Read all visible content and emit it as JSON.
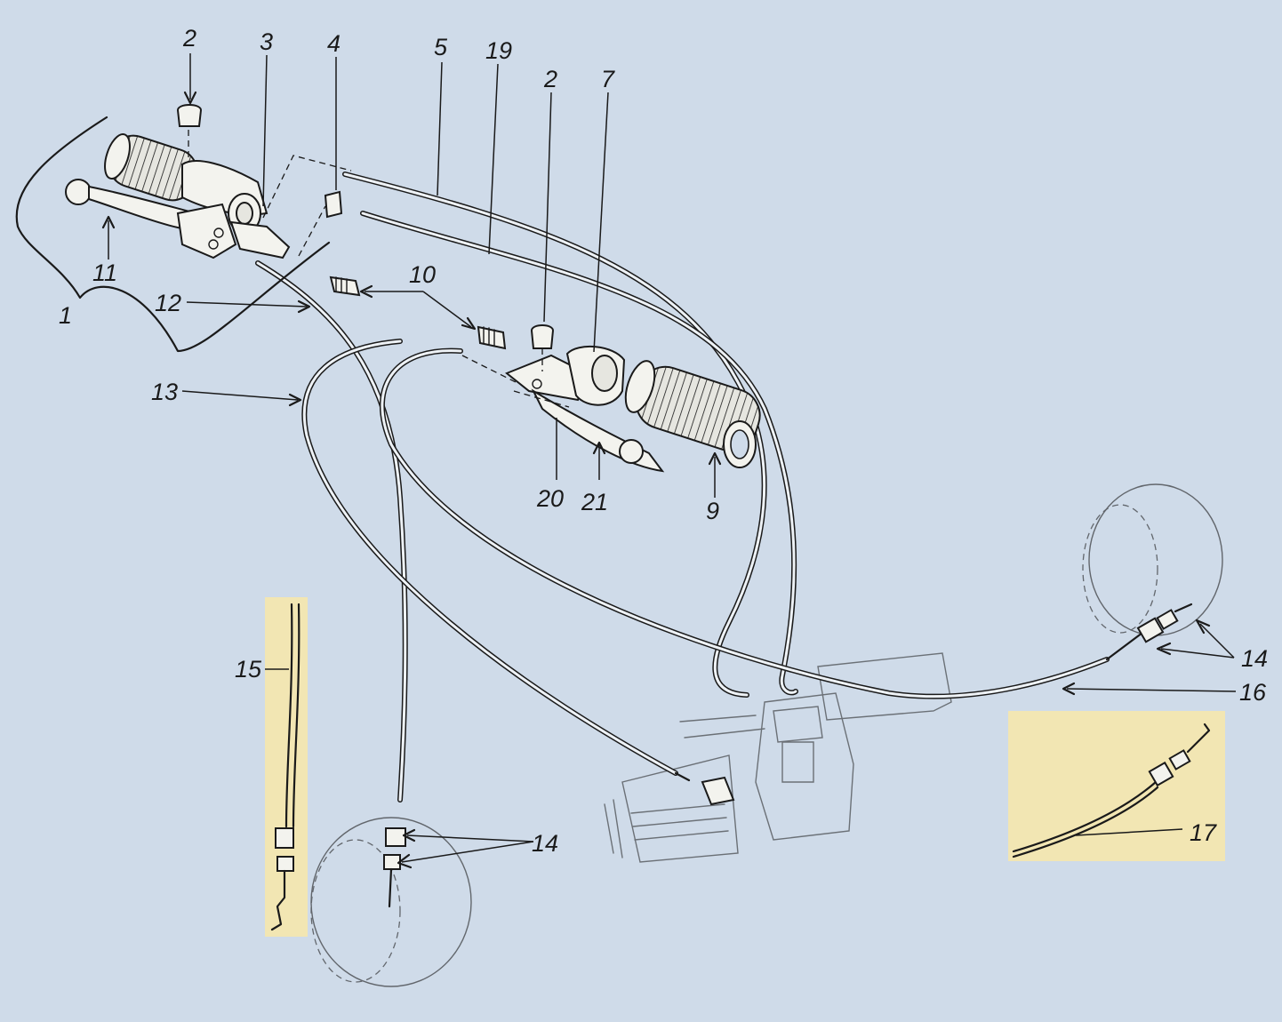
{
  "diagram": {
    "colors": {
      "background": "#cfdbe9",
      "inset": "#f2e6b3",
      "ink": "#1a1a1a"
    },
    "labels": {
      "l1": "1",
      "l2a": "2",
      "l2b": "2",
      "l3": "3",
      "l4": "4",
      "l5": "5",
      "l7": "7",
      "l9": "9",
      "l10": "10",
      "l11": "11",
      "l12": "12",
      "l13": "13",
      "l14a": "14",
      "l14b": "14",
      "l15": "15",
      "l16": "16",
      "l17": "17",
      "l19": "19",
      "l20": "20",
      "l21": "21"
    }
  }
}
